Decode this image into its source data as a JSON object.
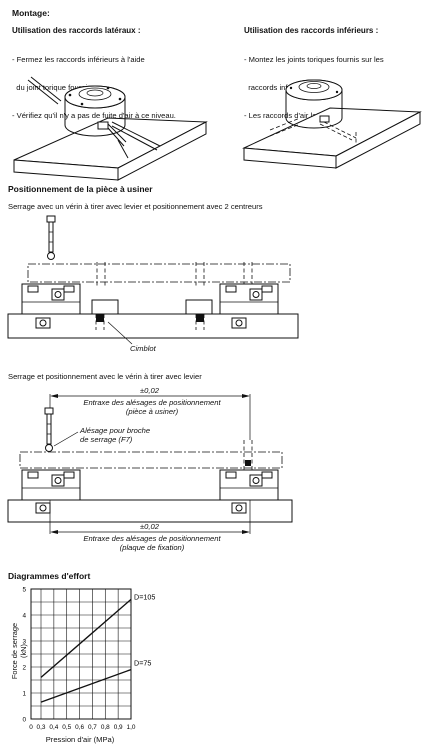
{
  "montage": {
    "title": "Montage:",
    "left": {
      "heading": "Utilisation des raccords latéraux :",
      "lines": [
        "- Fermez les raccords inférieurs à l'aide",
        "  du joint torique fourni.",
        "- Vérifiez qu'il n'y a pas de fuite d'air à ce niveau."
      ]
    },
    "right": {
      "heading": "Utilisation des raccords inférieurs :",
      "lines": [
        "- Montez les joints toriques fournis sur les",
        "  raccords inférieurs.",
        "- Les raccords d'air latéraux doivent être fermés."
      ]
    }
  },
  "positioning": {
    "title": "Positionnement de la pièce à usiner",
    "fig1_caption": "Serrage avec un vérin à tirer avec levier et positionnement avec 2 centreurs",
    "fig1_label": "Cimblot",
    "fig2_caption": "Serrage et positionnement avec le vérin à tirer avec levier",
    "dim_top_value": "±0,02",
    "dim_top_line1": "Entraxe des alésages de positionnement",
    "dim_top_line2": "(pièce à usiner)",
    "bore_line1": "Alésage pour broche",
    "bore_line2": "de serrage (F7)",
    "dim_bottom_value": "±0,02",
    "dim_bottom_line1": "Entraxe des alésages de positionnement",
    "dim_bottom_line2": "(plaque de fixation)"
  },
  "diagram": {
    "title": "Diagrammes d'effort"
  },
  "chart_data": {
    "type": "line",
    "title": "",
    "xlabel": "Pression d'air (MPa)",
    "ylabel": "Force de serrage (kN)",
    "x_ticks": [
      "0",
      "0,3",
      "0,4",
      "0,5",
      "0,6",
      "0,7",
      "0,8",
      "0,9",
      "1,0"
    ],
    "y_ticks": [
      "0",
      "1",
      "2",
      "3",
      "4",
      "5"
    ],
    "xlim": [
      0.3,
      1.0
    ],
    "ylim": [
      0,
      5
    ],
    "grid": true,
    "series": [
      {
        "name": "D=105",
        "x": [
          0.3,
          1.0
        ],
        "y": [
          1.6,
          4.6
        ]
      },
      {
        "name": "D=75",
        "x": [
          0.3,
          1.0
        ],
        "y": [
          0.65,
          1.9
        ]
      }
    ]
  },
  "colors": {
    "ink": "#111111",
    "paper": "#ffffff"
  },
  "icons": [
    "cylinder-drawing",
    "air-fitting",
    "cam-lever-symbol",
    "dimension-arrow"
  ]
}
